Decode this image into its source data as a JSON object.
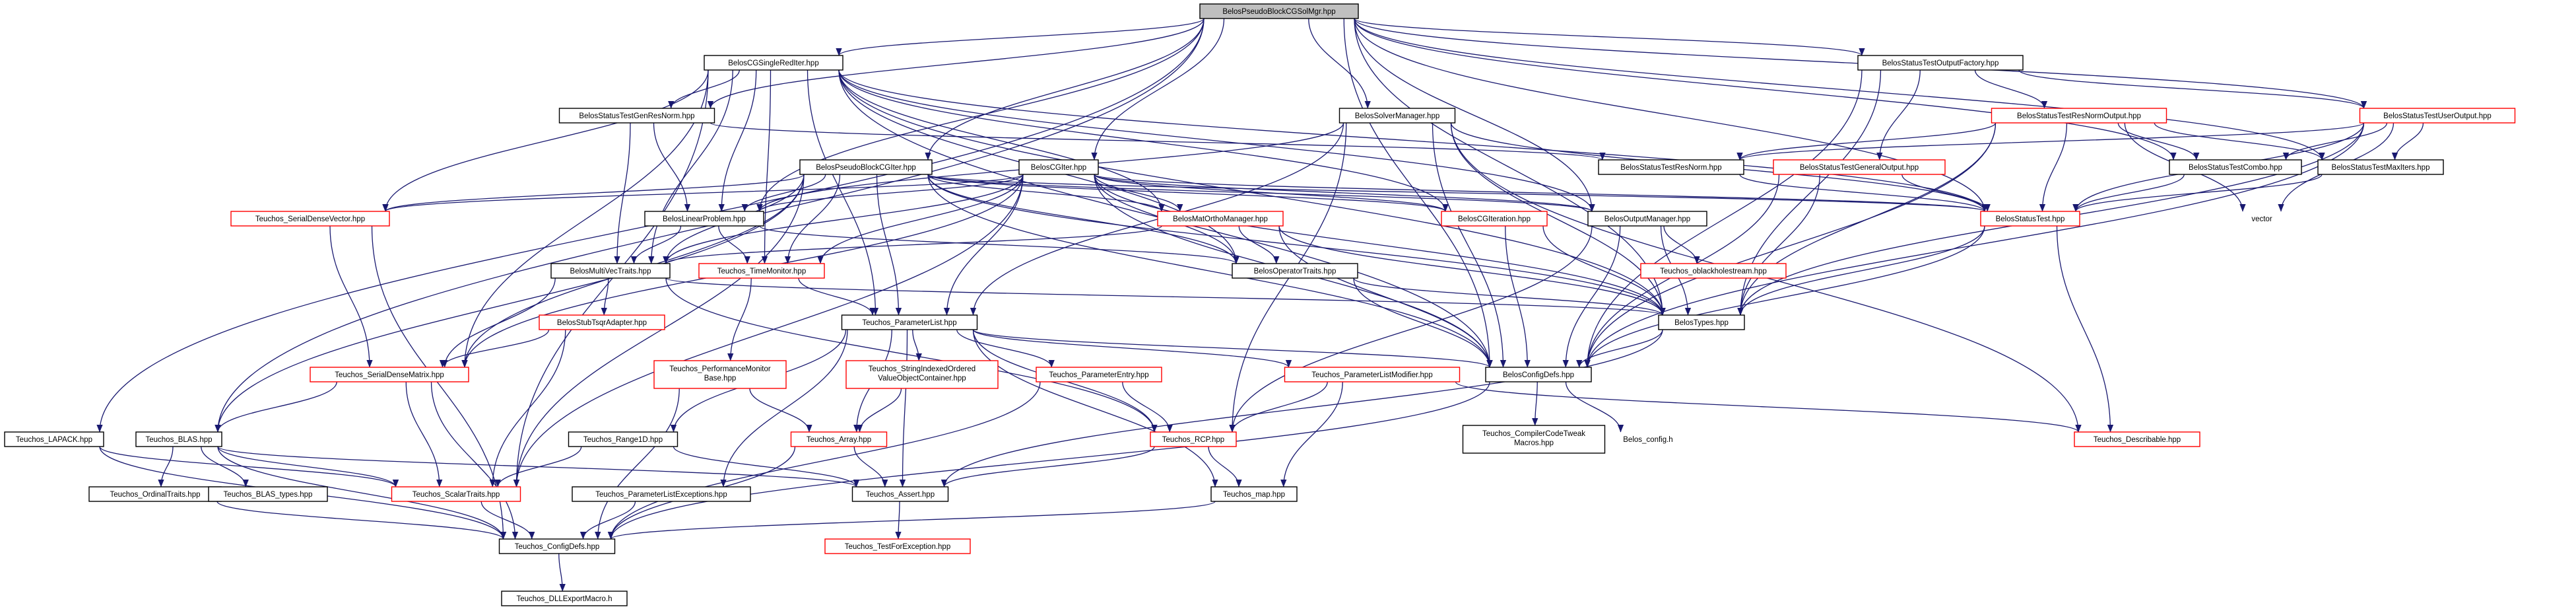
{
  "colors": {
    "edge": "#191970",
    "border_documented": "#000000",
    "border_undocumented": "#ff0000",
    "root_fill": "#bfbfbf",
    "node_fill": "#ffffff"
  },
  "nodes": [
    {
      "id": "root",
      "label": "BelosPseudoBlockCGSolMgr.hpp",
      "style": "root"
    },
    {
      "id": "cgsinglered",
      "label": "BelosCGSingleRedIter.hpp",
      "style": "doc"
    },
    {
      "id": "outputfactory",
      "label": "BelosStatusTestOutputFactory.hpp",
      "style": "doc"
    },
    {
      "id": "gennorm",
      "label": "BelosStatusTestGenResNorm.hpp",
      "style": "doc"
    },
    {
      "id": "solvermanager",
      "label": "BelosSolverManager.hpp",
      "style": "doc"
    },
    {
      "id": "resnormoutput",
      "label": "BelosStatusTestResNormOutput.hpp",
      "style": "undoc"
    },
    {
      "id": "useroutput",
      "label": "BelosStatusTestUserOutput.hpp",
      "style": "undoc"
    },
    {
      "id": "pseudocgiter",
      "label": "BelosPseudoBlockCGIter.hpp",
      "style": "doc"
    },
    {
      "id": "cgiter",
      "label": "BelosCGIter.hpp",
      "style": "doc"
    },
    {
      "id": "resnorm",
      "label": "BelosStatusTestResNorm.hpp",
      "style": "doc"
    },
    {
      "id": "generaloutput",
      "label": "BelosStatusTestGeneralOutput.hpp",
      "style": "undoc"
    },
    {
      "id": "combo",
      "label": "BelosStatusTestCombo.hpp",
      "style": "doc"
    },
    {
      "id": "maxiters",
      "label": "BelosStatusTestMaxIters.hpp",
      "style": "doc"
    },
    {
      "id": "serialdensevector",
      "label": "Teuchos_SerialDenseVector.hpp",
      "style": "undoc"
    },
    {
      "id": "linearproblem",
      "label": "BelosLinearProblem.hpp",
      "style": "doc"
    },
    {
      "id": "matortho",
      "label": "BelosMatOrthoManager.hpp",
      "style": "undoc"
    },
    {
      "id": "cgiteration",
      "label": "BelosCGIteration.hpp",
      "style": "undoc"
    },
    {
      "id": "outputmanager",
      "label": "BelosOutputManager.hpp",
      "style": "doc"
    },
    {
      "id": "statustest",
      "label": "BelosStatusTest.hpp",
      "style": "undoc"
    },
    {
      "id": "vector",
      "label": "vector",
      "style": "plain"
    },
    {
      "id": "multivectraits",
      "label": "BelosMultiVecTraits.hpp",
      "style": "doc"
    },
    {
      "id": "timemonitor",
      "label": "Teuchos_TimeMonitor.hpp",
      "style": "undoc"
    },
    {
      "id": "operatortraits",
      "label": "BelosOperatorTraits.hpp",
      "style": "doc"
    },
    {
      "id": "oblackhole",
      "label": "Teuchos_oblackholestream.hpp",
      "style": "undoc"
    },
    {
      "id": "stubtsqr",
      "label": "BelosStubTsqrAdapter.hpp",
      "style": "undoc"
    },
    {
      "id": "parameterlist",
      "label": "Teuchos_ParameterList.hpp",
      "style": "doc"
    },
    {
      "id": "types",
      "label": "BelosTypes.hpp",
      "style": "doc"
    },
    {
      "id": "serialdensematrix",
      "label": "Teuchos_SerialDenseMatrix.hpp",
      "style": "undoc"
    },
    {
      "id": "perfmonitor",
      "label": "Teuchos_PerformanceMonitor Base.hpp",
      "style": "undoc",
      "lines": [
        "Teuchos_PerformanceMonitor",
        "Base.hpp"
      ]
    },
    {
      "id": "stringindexed",
      "label": "Teuchos_StringIndexedOrdered ValueObjectContainer.hpp",
      "style": "undoc",
      "lines": [
        "Teuchos_StringIndexedOrdered",
        "ValueObjectContainer.hpp"
      ]
    },
    {
      "id": "paramentry",
      "label": "Teuchos_ParameterEntry.hpp",
      "style": "undoc"
    },
    {
      "id": "paramlistmodifier",
      "label": "Teuchos_ParameterListModifier.hpp",
      "style": "undoc"
    },
    {
      "id": "configdefs",
      "label": "BelosConfigDefs.hpp",
      "style": "doc"
    },
    {
      "id": "lapack",
      "label": "Teuchos_LAPACK.hpp",
      "style": "doc"
    },
    {
      "id": "blas",
      "label": "Teuchos_BLAS.hpp",
      "style": "doc"
    },
    {
      "id": "array",
      "label": "Teuchos_Array.hpp",
      "style": "undoc"
    },
    {
      "id": "rcp",
      "label": "Teuchos_RCP.hpp",
      "style": "undoc"
    },
    {
      "id": "compilercode",
      "label": "Teuchos_CompilerCodeTweak Macros.hpp",
      "style": "doc",
      "lines": [
        "Teuchos_CompilerCodeTweak",
        "Macros.hpp"
      ]
    },
    {
      "id": "belosconfig",
      "label": "Belos_config.h",
      "style": "plain"
    },
    {
      "id": "describable",
      "label": "Teuchos_Describable.hpp",
      "style": "undoc"
    },
    {
      "id": "range1d",
      "label": "Teuchos_Range1D.hpp",
      "style": "doc"
    },
    {
      "id": "ordinaltraits",
      "label": "Teuchos_OrdinalTraits.hpp",
      "style": "doc"
    },
    {
      "id": "blastypes",
      "label": "Teuchos_BLAS_types.hpp",
      "style": "doc"
    },
    {
      "id": "scalartraits",
      "label": "Teuchos_ScalarTraits.hpp",
      "style": "undoc"
    },
    {
      "id": "assert",
      "label": "Teuchos_Assert.hpp",
      "style": "doc"
    },
    {
      "id": "map",
      "label": "Teuchos_map.hpp",
      "style": "doc"
    },
    {
      "id": "paramlistexceptions",
      "label": "Teuchos_ParameterListExceptions.hpp",
      "style": "doc"
    },
    {
      "id": "testforexception",
      "label": "Teuchos_TestForException.hpp",
      "style": "undoc"
    },
    {
      "id": "configdefsteuchos",
      "label": "Teuchos_ConfigDefs.hpp",
      "style": "doc"
    },
    {
      "id": "dllexport",
      "label": "Teuchos_DLLExportMacro.h",
      "style": "doc"
    }
  ],
  "edges": [
    [
      "root",
      "cgsinglered"
    ],
    [
      "root",
      "outputfactory"
    ],
    [
      "root",
      "gennorm"
    ],
    [
      "root",
      "solvermanager"
    ],
    [
      "root",
      "pseudocgiter"
    ],
    [
      "root",
      "cgiter"
    ],
    [
      "root",
      "linearproblem"
    ],
    [
      "root",
      "outputmanager"
    ],
    [
      "root",
      "statustest"
    ],
    [
      "root",
      "combo"
    ],
    [
      "root",
      "maxiters"
    ],
    [
      "root",
      "types"
    ],
    [
      "root",
      "configdefs"
    ],
    [
      "root",
      "lapack"
    ],
    [
      "root",
      "blas"
    ],
    [
      "root",
      "useroutput"
    ],
    [
      "cgsinglered",
      "gennorm"
    ],
    [
      "cgsinglered",
      "serialdensevector"
    ],
    [
      "cgsinglered",
      "linearproblem"
    ],
    [
      "cgsinglered",
      "multivectraits"
    ],
    [
      "cgsinglered",
      "cgiteration"
    ],
    [
      "cgsinglered",
      "outputmanager"
    ],
    [
      "cgsinglered",
      "statustest"
    ],
    [
      "cgsinglered",
      "operatortraits"
    ],
    [
      "cgsinglered",
      "types"
    ],
    [
      "cgsinglered",
      "configdefs"
    ],
    [
      "cgsinglered",
      "serialdensematrix"
    ],
    [
      "cgsinglered",
      "scalartraits"
    ],
    [
      "cgsinglered",
      "matortho"
    ],
    [
      "cgsinglered",
      "parameterlist"
    ],
    [
      "cgsinglered",
      "timemonitor"
    ],
    [
      "outputfactory",
      "resnormoutput"
    ],
    [
      "outputfactory",
      "useroutput"
    ],
    [
      "outputfactory",
      "generaloutput"
    ],
    [
      "outputfactory",
      "types"
    ],
    [
      "outputfactory",
      "configdefs"
    ],
    [
      "gennorm",
      "linearproblem"
    ],
    [
      "gennorm",
      "multivectraits"
    ],
    [
      "gennorm",
      "resnorm"
    ],
    [
      "solvermanager",
      "linearproblem"
    ],
    [
      "solvermanager",
      "parameterlist"
    ],
    [
      "solvermanager",
      "types"
    ],
    [
      "solvermanager",
      "statustest"
    ],
    [
      "solvermanager",
      "configdefs"
    ],
    [
      "solvermanager",
      "describable"
    ],
    [
      "solvermanager",
      "rcp"
    ],
    [
      "resnormoutput",
      "resnorm"
    ],
    [
      "resnormoutput",
      "combo"
    ],
    [
      "resnormoutput",
      "maxiters"
    ],
    [
      "resnormoutput",
      "statustest"
    ],
    [
      "resnormoutput",
      "vector"
    ],
    [
      "resnormoutput",
      "types"
    ],
    [
      "resnormoutput",
      "configdefs"
    ],
    [
      "useroutput",
      "resnorm"
    ],
    [
      "useroutput",
      "combo"
    ],
    [
      "useroutput",
      "maxiters"
    ],
    [
      "useroutput",
      "statustest"
    ],
    [
      "useroutput",
      "vector"
    ],
    [
      "useroutput",
      "types"
    ],
    [
      "useroutput",
      "configdefs"
    ],
    [
      "pseudocgiter",
      "linearproblem"
    ],
    [
      "pseudocgiter",
      "matortho"
    ],
    [
      "pseudocgiter",
      "cgiteration"
    ],
    [
      "pseudocgiter",
      "outputmanager"
    ],
    [
      "pseudocgiter",
      "statustest"
    ],
    [
      "pseudocgiter",
      "operatortraits"
    ],
    [
      "pseudocgiter",
      "multivectraits"
    ],
    [
      "pseudocgiter",
      "serialdensevector"
    ],
    [
      "pseudocgiter",
      "serialdensematrix"
    ],
    [
      "pseudocgiter",
      "blas"
    ],
    [
      "pseudocgiter",
      "scalartraits"
    ],
    [
      "pseudocgiter",
      "parameterlist"
    ],
    [
      "pseudocgiter",
      "timemonitor"
    ],
    [
      "pseudocgiter",
      "types"
    ],
    [
      "pseudocgiter",
      "configdefs"
    ],
    [
      "cgiter",
      "linearproblem"
    ],
    [
      "cgiter",
      "matortho"
    ],
    [
      "cgiter",
      "cgiteration"
    ],
    [
      "cgiter",
      "outputmanager"
    ],
    [
      "cgiter",
      "statustest"
    ],
    [
      "cgiter",
      "operatortraits"
    ],
    [
      "cgiter",
      "multivectraits"
    ],
    [
      "cgiter",
      "serialdensevector"
    ],
    [
      "cgiter",
      "serialdensematrix"
    ],
    [
      "cgiter",
      "scalartraits"
    ],
    [
      "cgiter",
      "parameterlist"
    ],
    [
      "cgiter",
      "timemonitor"
    ],
    [
      "cgiter",
      "types"
    ],
    [
      "cgiter",
      "configdefs"
    ],
    [
      "resnorm",
      "statustest"
    ],
    [
      "generaloutput",
      "statustest"
    ],
    [
      "generaloutput",
      "types"
    ],
    [
      "generaloutput",
      "configdefs"
    ],
    [
      "combo",
      "statustest"
    ],
    [
      "maxiters",
      "statustest"
    ],
    [
      "serialdensevector",
      "serialdensematrix"
    ],
    [
      "serialdensevector",
      "configdefsteuchos"
    ],
    [
      "linearproblem",
      "multivectraits"
    ],
    [
      "linearproblem",
      "operatortraits"
    ],
    [
      "linearproblem",
      "timemonitor"
    ],
    [
      "matortho",
      "multivectraits"
    ],
    [
      "matortho",
      "operatortraits"
    ],
    [
      "matortho",
      "configdefs"
    ],
    [
      "matortho",
      "types"
    ],
    [
      "cgiteration",
      "types"
    ],
    [
      "cgiteration",
      "configdefs"
    ],
    [
      "outputmanager",
      "oblackhole"
    ],
    [
      "outputmanager",
      "types"
    ],
    [
      "outputmanager",
      "configdefs"
    ],
    [
      "outputmanager",
      "rcp"
    ],
    [
      "statustest",
      "types"
    ],
    [
      "statustest",
      "configdefs"
    ],
    [
      "statustest",
      "describable"
    ],
    [
      "multivectraits",
      "types"
    ],
    [
      "multivectraits",
      "stubtsqr"
    ],
    [
      "multivectraits",
      "serialdensematrix"
    ],
    [
      "multivectraits",
      "rcp"
    ],
    [
      "timemonitor",
      "perfmonitor"
    ],
    [
      "timemonitor",
      "parameterlist"
    ],
    [
      "operatortraits",
      "types"
    ],
    [
      "operatortraits",
      "configdefs"
    ],
    [
      "stubtsqr",
      "serialdensematrix"
    ],
    [
      "stubtsqr",
      "scalartraits"
    ],
    [
      "parameterlist",
      "paramentry"
    ],
    [
      "parameterlist",
      "stringindexed"
    ],
    [
      "parameterlist",
      "paramlistmodifier"
    ],
    [
      "parameterlist",
      "array"
    ],
    [
      "parameterlist",
      "range1d"
    ],
    [
      "parameterlist",
      "paramlistexceptions"
    ],
    [
      "parameterlist",
      "assert"
    ],
    [
      "parameterlist",
      "map"
    ],
    [
      "parameterlist",
      "rcp"
    ],
    [
      "parameterlist",
      "configdefs"
    ],
    [
      "types",
      "configdefs"
    ],
    [
      "types",
      "assert"
    ],
    [
      "serialdensematrix",
      "blas"
    ],
    [
      "serialdensematrix",
      "scalartraits"
    ],
    [
      "serialdensematrix",
      "configdefsteuchos"
    ],
    [
      "perfmonitor",
      "array"
    ],
    [
      "perfmonitor",
      "configdefsteuchos"
    ],
    [
      "stringindexed",
      "array"
    ],
    [
      "paramentry",
      "rcp"
    ],
    [
      "paramentry",
      "configdefsteuchos"
    ],
    [
      "paramlistmodifier",
      "rcp"
    ],
    [
      "paramlistmodifier",
      "describable"
    ],
    [
      "paramlistmodifier",
      "map"
    ],
    [
      "configdefs",
      "compilercode"
    ],
    [
      "configdefs",
      "belosconfig"
    ],
    [
      "configdefs",
      "configdefsteuchos"
    ],
    [
      "lapack",
      "scalartraits"
    ],
    [
      "lapack",
      "configdefsteuchos"
    ],
    [
      "blas",
      "ordinaltraits"
    ],
    [
      "blas",
      "blastypes"
    ],
    [
      "blas",
      "scalartraits"
    ],
    [
      "blas",
      "assert"
    ],
    [
      "blas",
      "configdefsteuchos"
    ],
    [
      "array",
      "assert"
    ],
    [
      "array",
      "configdefsteuchos"
    ],
    [
      "rcp",
      "assert"
    ],
    [
      "rcp",
      "map"
    ],
    [
      "range1d",
      "scalartraits"
    ],
    [
      "range1d",
      "assert"
    ],
    [
      "ordinaltraits",
      "configdefsteuchos"
    ],
    [
      "scalartraits",
      "configdefsteuchos"
    ],
    [
      "assert",
      "testforexception"
    ],
    [
      "map",
      "configdefsteuchos"
    ],
    [
      "paramlistexceptions",
      "configdefsteuchos"
    ],
    [
      "configdefsteuchos",
      "dllexport"
    ]
  ]
}
